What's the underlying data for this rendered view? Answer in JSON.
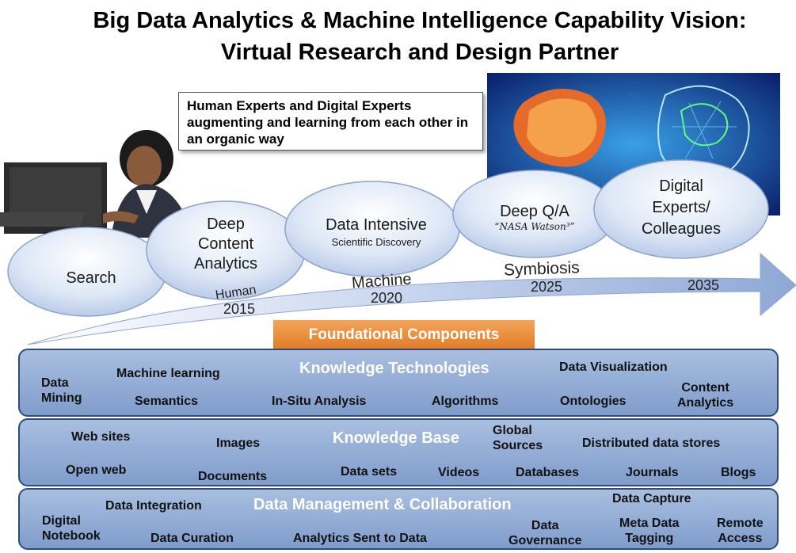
{
  "title": {
    "line1": "Big Data Analytics & Machine Intelligence Capability Vision:",
    "line2": "Virtual Research and Design Partner"
  },
  "callout": {
    "text": "Human Experts and Digital Experts augmenting and learning from each other in an organic way"
  },
  "timeline": {
    "bubbles": {
      "search": "Search",
      "deep_content": [
        "Deep",
        "Content",
        "Analytics"
      ],
      "data_intensive": "Data Intensive",
      "data_intensive_sub": "Scientific Discovery",
      "deep_qa": "Deep Q/A",
      "deep_qa_sub": "“NASA Watson³”",
      "digital_experts": [
        "Digital",
        "Experts/",
        "Colleagues"
      ]
    },
    "phases": {
      "human": "Human",
      "machine": "Machine",
      "symbiosis": "Symbiosis"
    },
    "years": {
      "y2015": "2015",
      "y2020": "2020",
      "y2025": "2025",
      "y2035": "2035"
    }
  },
  "foundational": {
    "header": "Foundational Components",
    "knowledge_technologies": {
      "heading": "Knowledge Technologies",
      "items": {
        "data_mining": [
          "Data",
          "Mining"
        ],
        "machine_learning": "Machine learning",
        "semantics": "Semantics",
        "in_situ": "In-Situ Analysis",
        "algorithms": "Algorithms",
        "data_visualization": "Data Visualization",
        "ontologies": "Ontologies",
        "content_analytics": [
          "Content",
          "Analytics"
        ]
      }
    },
    "knowledge_base": {
      "heading": "Knowledge Base",
      "items": {
        "web_sites": "Web sites",
        "images": "Images",
        "global_sources": [
          "Global",
          "Sources"
        ],
        "distributed": "Distributed data stores",
        "open_web": "Open web",
        "documents": "Documents",
        "data_sets": "Data sets",
        "videos": "Videos",
        "databases": "Databases",
        "journals": "Journals",
        "blogs": "Blogs"
      }
    },
    "data_management": {
      "heading": "Data Management & Collaboration",
      "items": {
        "digital_notebook": [
          "Digital",
          "Notebook"
        ],
        "data_integration": "Data Integration",
        "data_curation": "Data Curation",
        "analytics_sent": "Analytics Sent to Data",
        "data_governance": [
          "Data",
          "Governance"
        ],
        "data_capture": "Data Capture",
        "meta_data": [
          "Meta Data",
          "Tagging"
        ],
        "remote_access": [
          "Remote",
          "Access"
        ]
      }
    }
  },
  "colors": {
    "bubble_fill": "#dbe6f5",
    "panel_fill": "#8fa9d4",
    "header_orange": "#e88a35",
    "arrow": "#9fb6dc"
  }
}
